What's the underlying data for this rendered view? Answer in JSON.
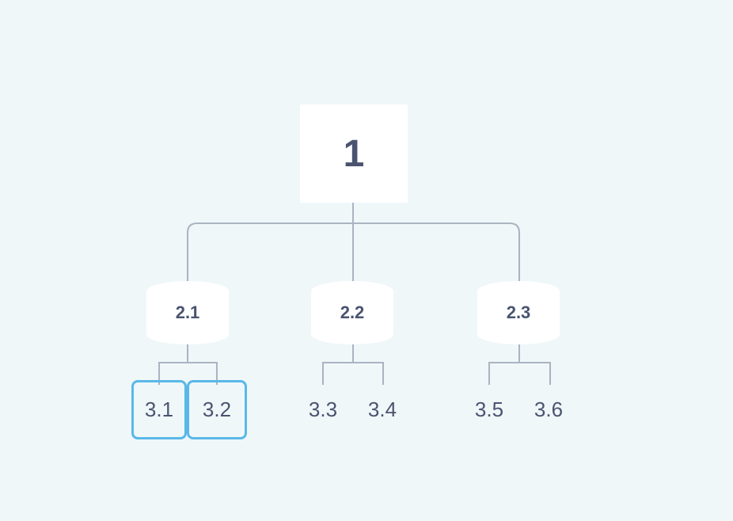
{
  "root": {
    "label": "1"
  },
  "level2": [
    {
      "label": "2.1"
    },
    {
      "label": "2.2"
    },
    {
      "label": "2.3"
    }
  ],
  "level3": [
    {
      "label": "3.1",
      "highlighted": true
    },
    {
      "label": "3.2",
      "highlighted": true
    },
    {
      "label": "3.3",
      "highlighted": false
    },
    {
      "label": "3.4",
      "highlighted": false
    },
    {
      "label": "3.5",
      "highlighted": false
    },
    {
      "label": "3.6",
      "highlighted": false
    }
  ],
  "colors": {
    "background": "#eff7f9",
    "node_fill": "#ffffff",
    "text": "#4a5470",
    "connector": "#aab4c2",
    "highlight": "#5ab8e8"
  }
}
